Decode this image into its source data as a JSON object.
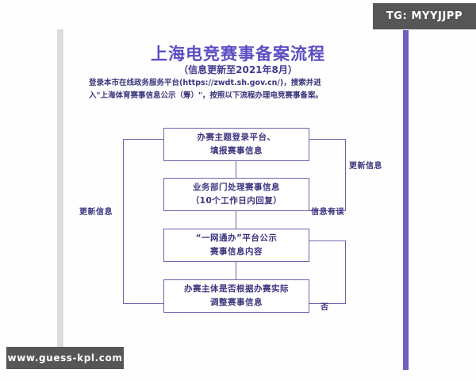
{
  "header": {
    "title": "上海电竞赛事备案流程",
    "subtitle": "（信息更新至2021年8月）",
    "description": "登录本市在线政务服务平台(https://zwdt.sh.gov.cn/)，搜索并进入\"上海体育赛事信息公示（筹）\"，按照以下流程办理电竞赛事备案。"
  },
  "flowchart": {
    "nodes": [
      {
        "id": "node-1",
        "line1": "办赛主题登录平台、",
        "line2": "填报赛事信息"
      },
      {
        "id": "node-2",
        "line1": "业务部门处理赛事信息",
        "line2": "（10个工作日内回复）"
      },
      {
        "id": "node-3",
        "line1": "“一网通办”平台公示",
        "line2": "赛事信息内容"
      },
      {
        "id": "node-4",
        "line1": "办赛主体是否根据办赛实际",
        "line2": "调整赛事信息"
      }
    ],
    "edge_labels": {
      "update_right": "更新信息",
      "error": "信息有误",
      "update_left": "更新信息",
      "no": "否"
    }
  },
  "overlays": {
    "tg_badge": "TG: MYYJJPP",
    "watermark": "www.guess-kpl.com"
  },
  "colors": {
    "title": "#5a4ec4",
    "body_text": "#39357d",
    "box_border": "#6b64ac",
    "accent_bar": "#6c62bd",
    "gray_bar": "#dcdcdc",
    "badge_bg": "#565656"
  }
}
